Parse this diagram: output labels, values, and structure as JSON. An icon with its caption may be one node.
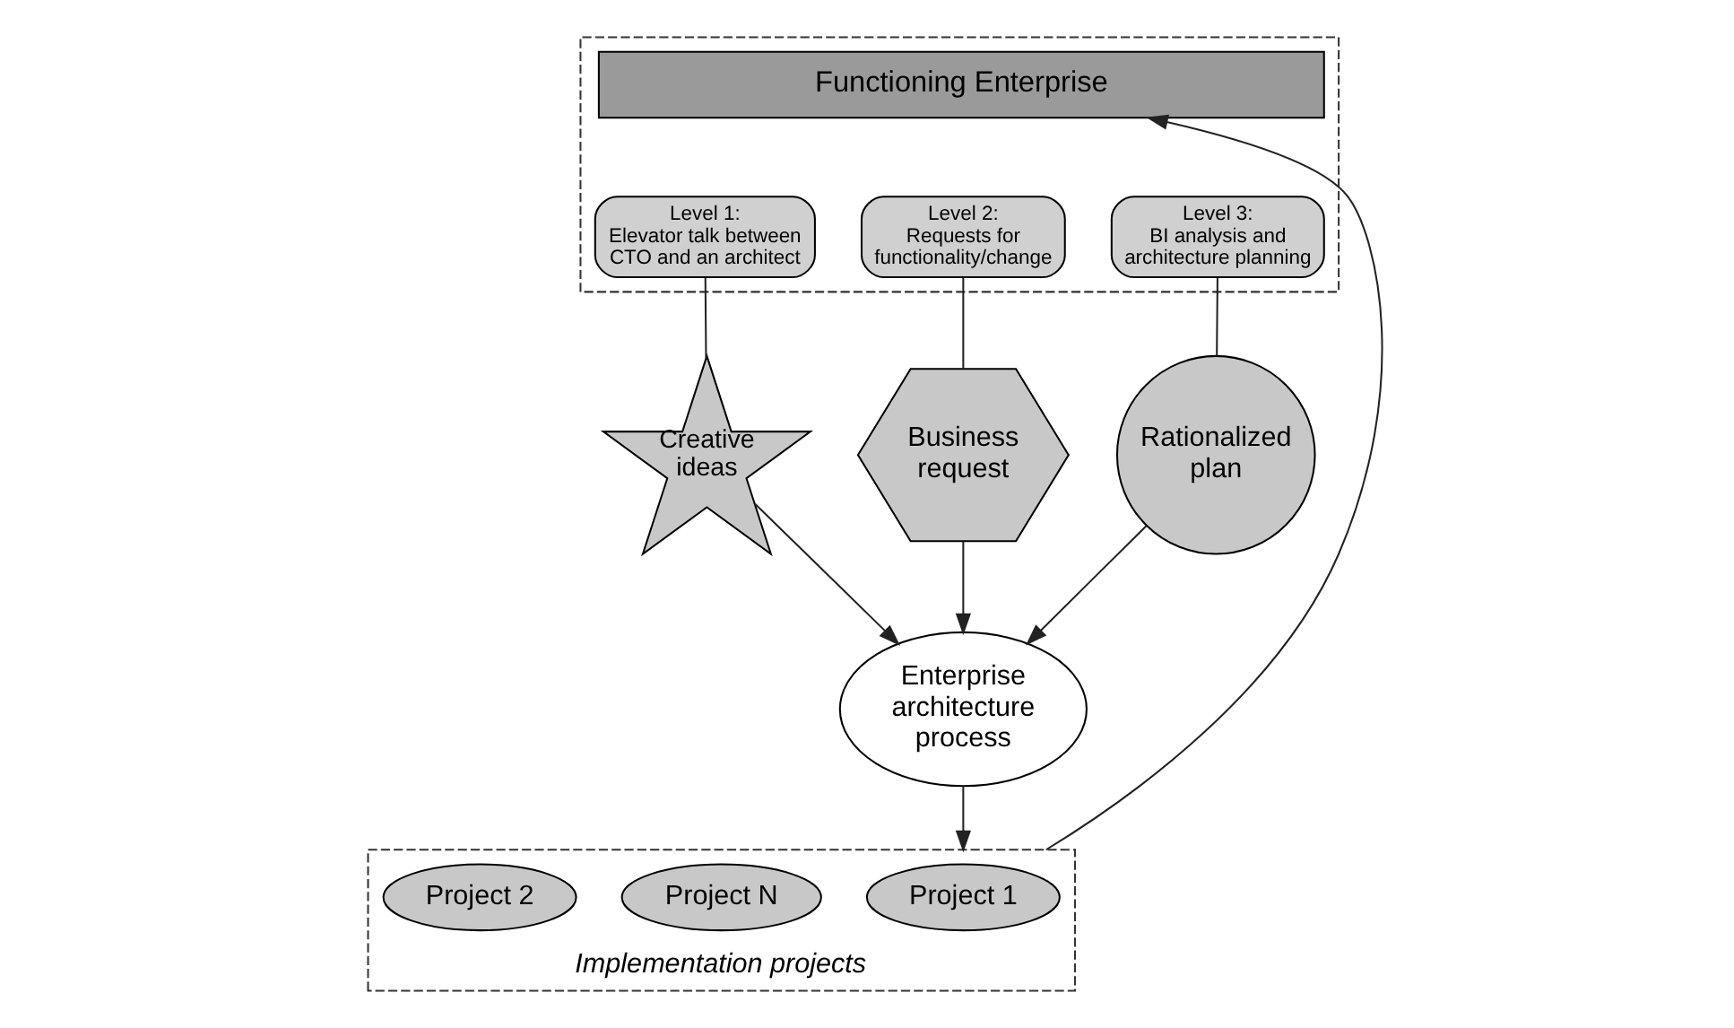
{
  "diagram": {
    "nodes": [
      {
        "text": [],
        "shape": "box"
      },
      {
        "text": [
          "Functioning Enterprise"
        ],
        "in": 0
      },
      {
        "text": [
          "Level 1:",
          "Elevator talk between CTO and an architect"
        ],
        "in": 0
      },
      {
        "text": [
          "Level 2:",
          "Requests for functionality/change"
        ],
        "in": 0
      },
      {
        "text": [
          "Level 3:",
          "BI analysis and architecture planning"
        ],
        "in": 0
      },
      {
        "text": [
          "Creative ideas"
        ]
      },
      {
        "text": [
          "Business request"
        ]
      },
      {
        "text": [
          "Rationalized plan"
        ]
      },
      {
        "text": [
          "Enterprise architecture process"
        ]
      },
      {
        "text": [
          "Implementation projects"
        ]
      },
      {
        "text": [
          "Project 1"
        ],
        "in": 9
      },
      {
        "text": [
          "Project N"
        ],
        "in": 9
      },
      {
        "text": [
          "Project 2"
        ],
        "in": 9
      }
    ],
    "edges": [
      {
        "from": 2,
        "to": 5,
        "arrow": "none"
      },
      {
        "from": 3,
        "to": 6,
        "arrow": "none"
      },
      {
        "from": 4,
        "to": 7,
        "arrow": "none"
      },
      {
        "from": 5,
        "to": 8,
        "arrow": "to"
      },
      {
        "from": 6,
        "to": 8,
        "arrow": "to"
      },
      {
        "from": 7,
        "to": 8,
        "arrow": "to"
      },
      {
        "from": 8,
        "to": 9,
        "arrow": "to"
      },
      {
        "from": 9,
        "to": 1,
        "arrow": "to"
      }
    ]
  }
}
